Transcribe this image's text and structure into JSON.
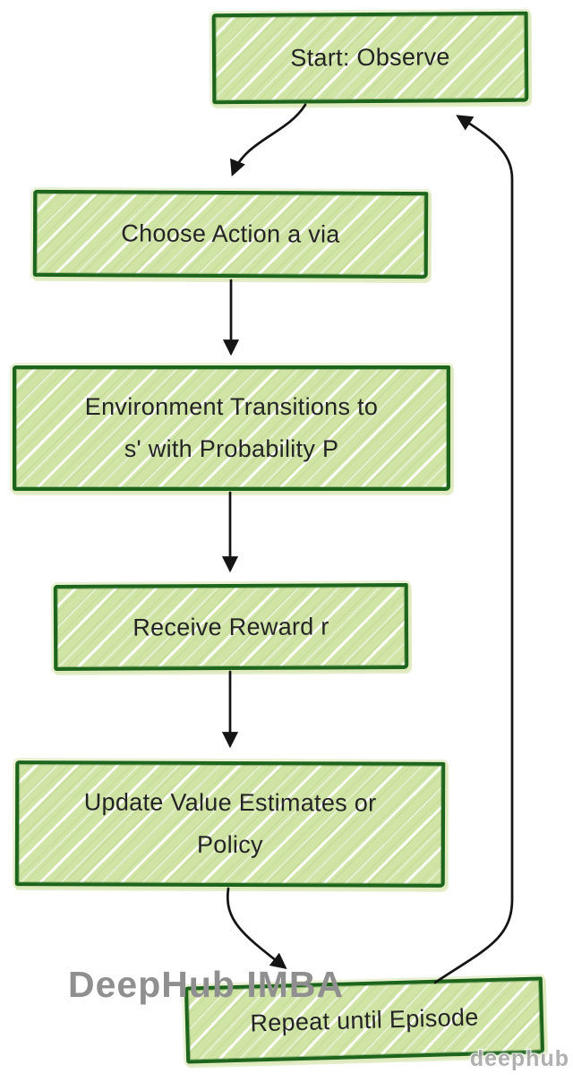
{
  "diagram": {
    "type": "flowchart",
    "nodes": [
      {
        "id": "start",
        "lines": [
          "Start: Observe"
        ]
      },
      {
        "id": "choose",
        "lines": [
          "Choose Action a via"
        ]
      },
      {
        "id": "environment",
        "lines": [
          "Environment Transitions to",
          "s' with Probability P"
        ]
      },
      {
        "id": "reward",
        "lines": [
          "Receive Reward r"
        ]
      },
      {
        "id": "update",
        "lines": [
          "Update Value Estimates or",
          "Policy"
        ]
      },
      {
        "id": "repeat",
        "lines": [
          "Repeat until Episode"
        ]
      }
    ],
    "edges": [
      {
        "from": "start",
        "to": "choose"
      },
      {
        "from": "choose",
        "to": "environment"
      },
      {
        "from": "environment",
        "to": "reward"
      },
      {
        "from": "reward",
        "to": "update"
      },
      {
        "from": "update",
        "to": "repeat"
      },
      {
        "from": "repeat",
        "to": "start"
      }
    ],
    "colors": {
      "node_fill": "#d0e4a6",
      "node_border": "#1d651d",
      "hatch": "#ffffff",
      "arrow": "#151515",
      "text": "#242424",
      "watermark": "#8f8f8f",
      "background": "#ffffff"
    }
  },
  "watermarks": {
    "main": "DeepHub IMBA",
    "corner": "deephub"
  }
}
